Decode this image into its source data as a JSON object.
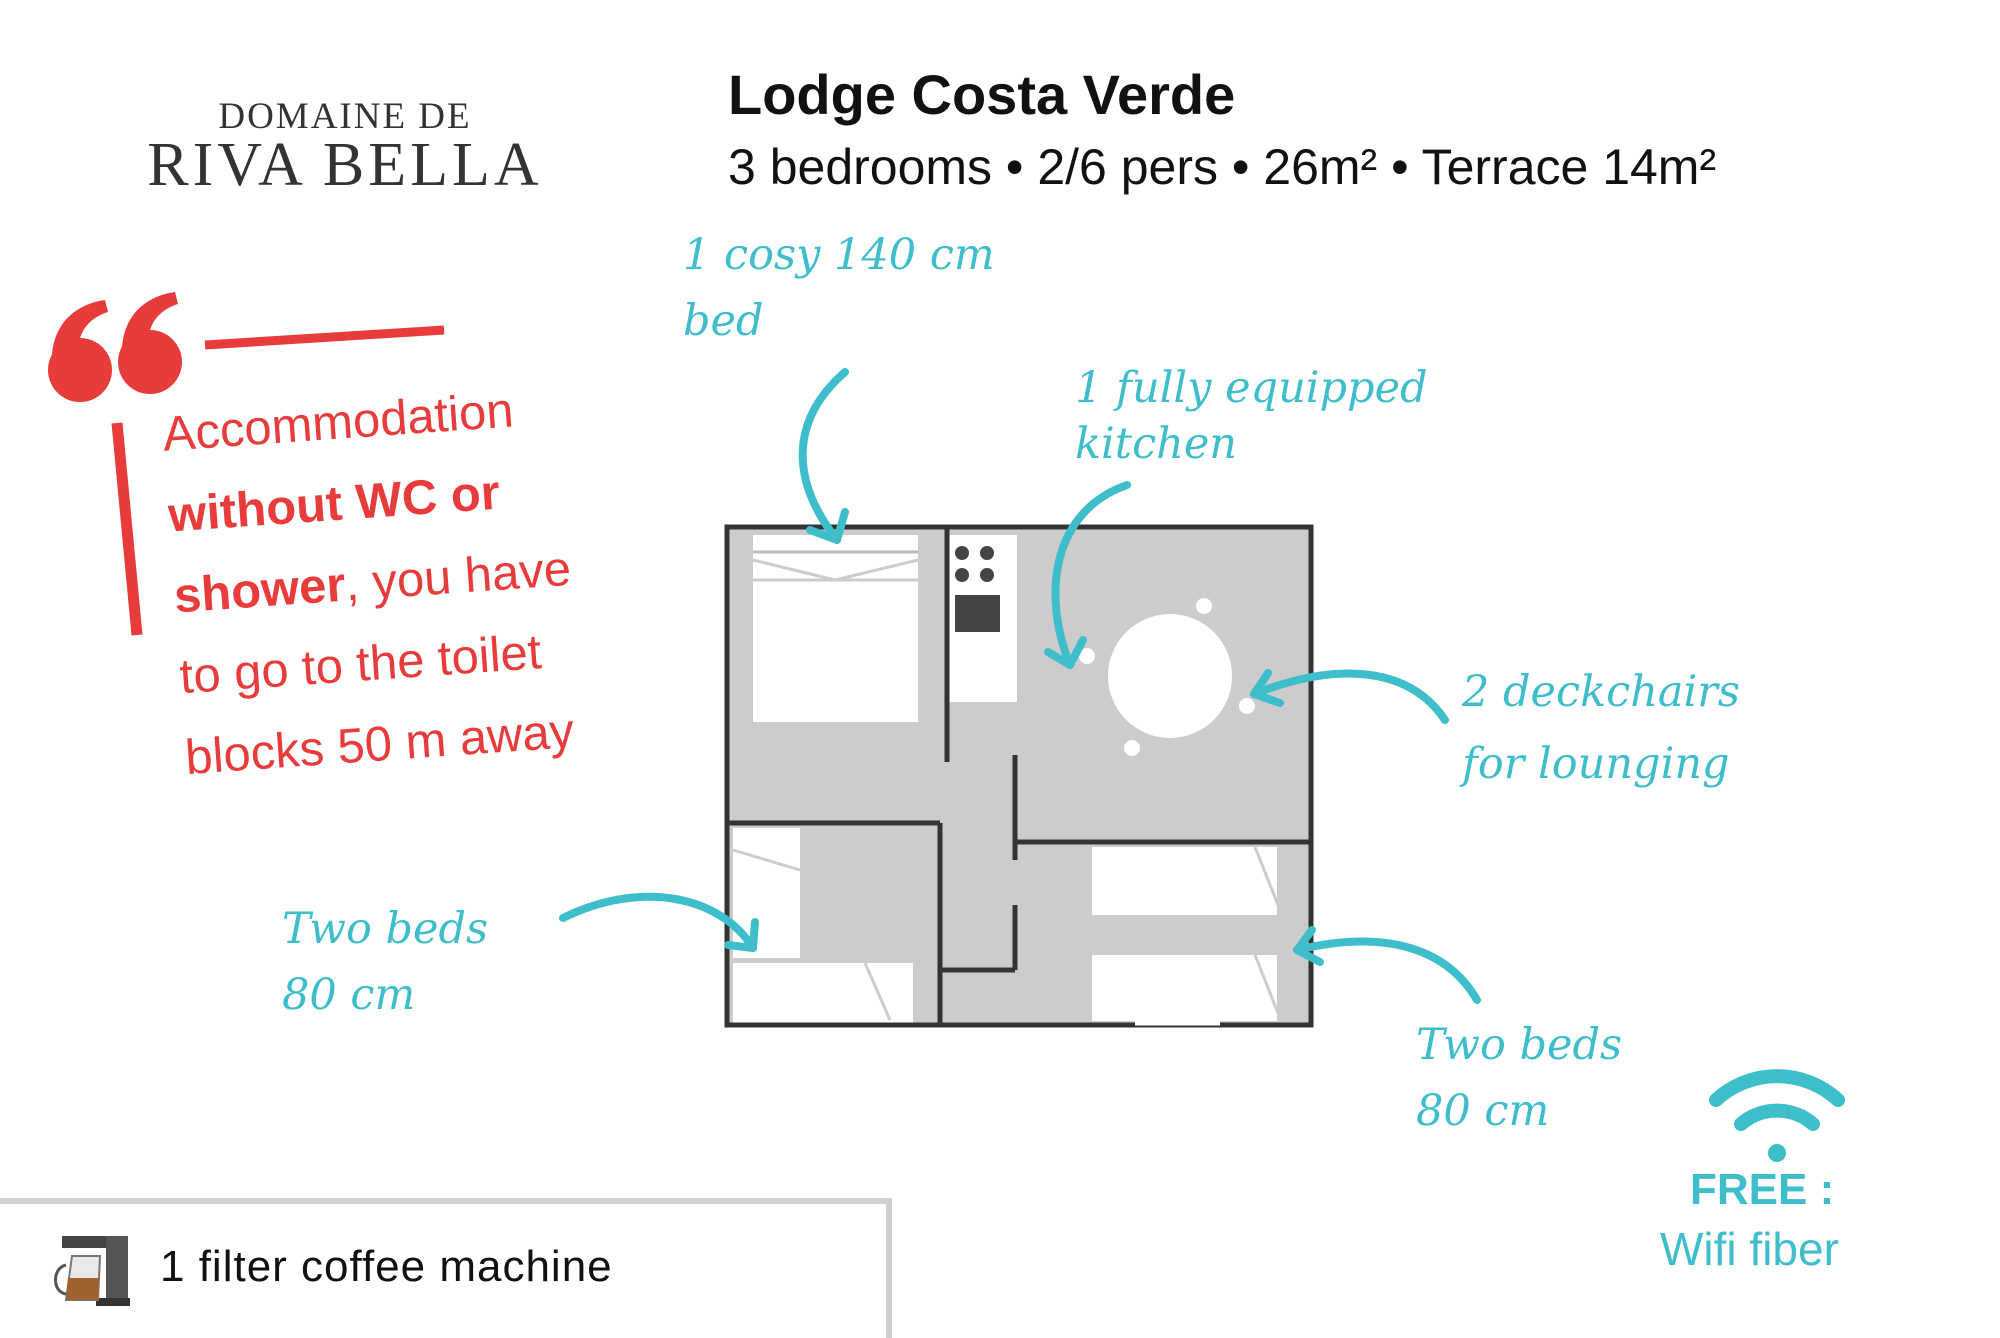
{
  "logo": {
    "line1": "DOMAINE DE",
    "line2": "RIVA BELLA"
  },
  "header": {
    "title": "Lodge Costa Verde",
    "subtitle": "3 bedrooms • 2/6 pers • 26m² • Terrace 14m²"
  },
  "quote": {
    "part1": "Accommodation",
    "bold1": "without WC or",
    "bold2": "shower",
    "part2": ", you have",
    "line4": "to go to the toilet",
    "line5": "blocks 50 m away"
  },
  "annotations": {
    "bed140": {
      "line1": "1 cosy 140 cm",
      "line2": "bed"
    },
    "kitchen": {
      "line1": "1 fully equipped",
      "line2": "kitchen"
    },
    "deckchairs": {
      "line1": "2 deckchairs",
      "line2": "for lounging"
    },
    "twobeds_left": {
      "line1": "Two beds",
      "line2": "80 cm"
    },
    "twobeds_right": {
      "line1": "Two beds",
      "line2": "80 cm"
    }
  },
  "coffee": {
    "label": "1 filter coffee machine",
    "icon": "coffee-machine-icon"
  },
  "wifi": {
    "free": "FREE :",
    "label": "Wifi fiber",
    "icon": "wifi-icon"
  },
  "colors": {
    "teal": "#3ebdcb",
    "red": "#e83b3b",
    "floor": "#cccccc",
    "wall": "#333333"
  }
}
